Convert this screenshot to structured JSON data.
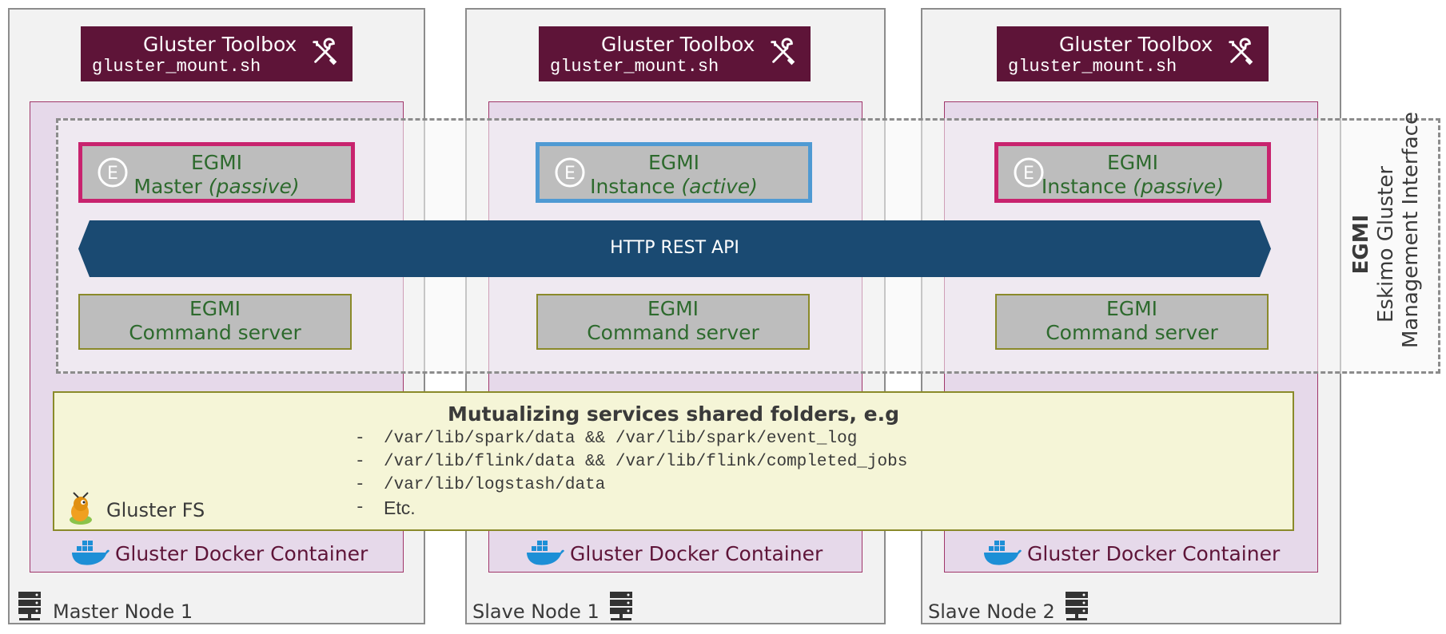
{
  "toolbox": {
    "title": "Gluster Toolbox",
    "script": "gluster_mount.sh"
  },
  "nodes": [
    {
      "label": "Master Node 1"
    },
    {
      "label": "Slave Node 1"
    },
    {
      "label": "Slave Node 2"
    }
  ],
  "egmi_boxes": [
    {
      "name": "EGMI",
      "role": "Master",
      "state": "(passive)",
      "border_color": "#c8236e"
    },
    {
      "name": "EGMI",
      "role": "Instance",
      "state": "(active)",
      "border_color": "#4f9ad3"
    },
    {
      "name": "EGMI",
      "role": "Instance",
      "state": "(passive)",
      "border_color": "#c8236e"
    }
  ],
  "command_server": {
    "line1": "EGMI",
    "line2": "Command server"
  },
  "rest_api": {
    "label": "HTTP REST API",
    "color": "#1a4a72"
  },
  "egmi_region": {
    "line1": "EGMI",
    "line2": "Eskimo Gluster",
    "line3": "Management Interface"
  },
  "glusterfs": {
    "title": "Mutualizing services shared folders, e.g",
    "items": [
      "/var/lib/spark/data && /var/lib/spark/event_log",
      "/var/lib/flink/data && /var/lib/flink/completed_jobs",
      "/var/lib/logstash/data",
      "Etc."
    ],
    "bullet": "-",
    "label": "Gluster FS"
  },
  "docker": {
    "label": "Gluster Docker Container"
  },
  "colors": {
    "toolbox_bg": "#5e1438",
    "container_bg": "#e6d9ea",
    "gluster_bg": "#f5f5d7",
    "egmi_text": "#2d6a2d"
  }
}
